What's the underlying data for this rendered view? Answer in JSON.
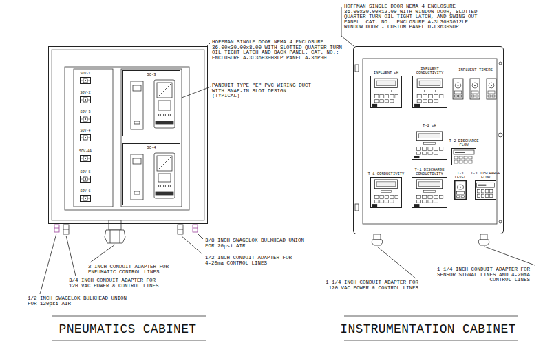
{
  "diagram": {
    "nodes": [
      {
        "text": [
          "PNEUMATICS CABINET"
        ]
      },
      {
        "text": [
          "SOV-1"
        ],
        "in": 0
      },
      {
        "text": [
          "SOV-2"
        ],
        "in": 0
      },
      {
        "text": [
          "SOV-3"
        ],
        "in": 0
      },
      {
        "text": [
          "SOV-4"
        ],
        "in": 0
      },
      {
        "text": [
          "SOV-4A"
        ],
        "in": 0
      },
      {
        "text": [
          "SOV-5"
        ],
        "in": 0
      },
      {
        "text": [
          "SOV-6"
        ],
        "in": 0
      },
      {
        "text": [
          "SC-3"
        ],
        "in": 0
      },
      {
        "text": [
          "SC-4"
        ],
        "in": 0
      },
      {
        "text": [
          "INSTRUMENTATION CABINET"
        ]
      },
      {
        "text": [
          "INFLUENT pH"
        ],
        "in": 10
      },
      {
        "text": [
          "INFLUENT CONDUCTIVITY"
        ],
        "in": 10
      },
      {
        "text": [
          "T-2 pH"
        ],
        "in": 10
      },
      {
        "text": [
          "T-2 DISCHARGE FLOW"
        ],
        "in": 10
      },
      {
        "text": [
          "T-1 CONDUCTIVITY"
        ],
        "in": 10
      },
      {
        "text": [
          "T-1 DISCHARGE CONDUCTIVITY"
        ],
        "in": 10
      },
      {
        "text": [
          "T-1 LEVEL"
        ],
        "in": 10
      },
      {
        "text": [
          "T-1 DISCHARGE FLOW"
        ],
        "in": 10
      }
    ],
    "labels": [
      "HOFFMAN SINGLE DOOR NEMA 4 ENCLOSURE 36.00x30.00x8.00 WITH SLOTTED QUARTER TURN OIL TIGHT LATCH AND BACK PANEL. CAT. NO.: ENCLOSURE A-3L36H3008LP PANEL A-36P30",
      "PANDUIT TYPE \"E\" PVC WIRING DUCT WITH SNAP-IN SLOT DESIGN (TYPICAL)",
      "3/8 INCH SWAGELOK BULKHEAD UNION FOR 20psi AIR",
      "1/2 INCH CONDUIT ADAPTER FOR 4-20ma CONTROL LINES",
      "2 INCH CONDUIT ADAPTER FOR PNEUMATIC CONTROL LINES",
      "3/4 INCH CONDUIT ADAPTER FOR 120 VAC POWER & CONTROL LINES",
      "1/2 INCH SWAGELOK BULKHEAD UNION FOR 120psi AIR",
      "HOFFMAN SINGLE DOOR NEMA 4 ENCLOSURE 36.00x30.00x12.00 WITH WINDOW DOOR, SLOTTED QUARTER TURN OIL TIGHT LATCH, AND SWING-OUT PANEL. CAT. NO.: ENCLOSURE A-3L36H3012LP WINDOW DOOR - CUSTOM PANEL D-L3630SOP",
      "INFLUENT TIMERS",
      "1 1/4 INCH CONDUIT ADAPTER FOR 120 VAC POWER & CONTROL LINES",
      "1 1/4 INCH CONDUIT ADAPTER FOR SENSOR SIGNAL LINES AND 4-20mA CONTROL LINES"
    ]
  }
}
